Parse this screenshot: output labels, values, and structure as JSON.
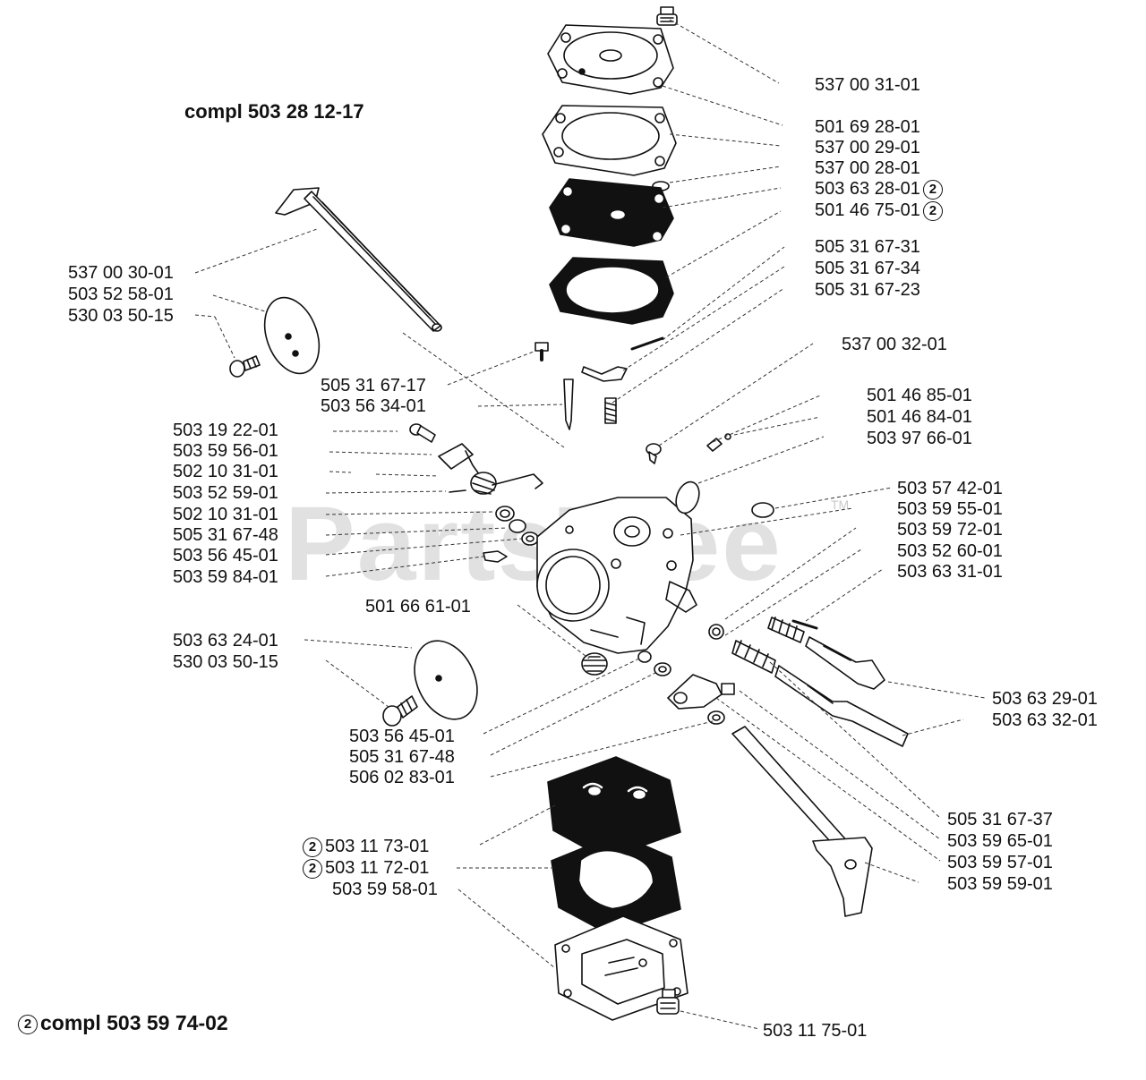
{
  "titles": {
    "top_kit": "compl 503 28 12-17",
    "bottom_kit": "compl 503 59 74-02",
    "bottom_kit_marker": "2"
  },
  "watermark": {
    "text": "PartsTree",
    "tm": "TM"
  },
  "labels": [
    {
      "text": "537 00 31-01"
    },
    {
      "text": "501 69 28-01"
    },
    {
      "text": "537 00 29-01"
    },
    {
      "text": "537 00 28-01"
    },
    {
      "text": "503 63 28-01",
      "marker": "2"
    },
    {
      "text": "501 46 75-01",
      "marker": "2"
    },
    {
      "text": "505 31 67-31"
    },
    {
      "text": "505 31 67-34"
    },
    {
      "text": "505 31 67-23"
    },
    {
      "text": "537 00 30-01"
    },
    {
      "text": "503 52 58-01"
    },
    {
      "text": "530 03 50-15"
    },
    {
      "text": "537 00 32-01"
    },
    {
      "text": "505 31 67-17"
    },
    {
      "text": "503 56 34-01"
    },
    {
      "text": "501 46 85-01"
    },
    {
      "text": "501 46 84-01"
    },
    {
      "text": "503 97 66-01"
    },
    {
      "text": "503 19 22-01"
    },
    {
      "text": "503 59 56-01"
    },
    {
      "text": "502 10 31-01"
    },
    {
      "text": "503 52 59-01"
    },
    {
      "text": "502 10 31-01"
    },
    {
      "text": "505 31 67-48"
    },
    {
      "text": "503 56 45-01"
    },
    {
      "text": "503 59 84-01"
    },
    {
      "text": "503 57 42-01"
    },
    {
      "text": "503 59 55-01"
    },
    {
      "text": "503 59 72-01"
    },
    {
      "text": "503 52 60-01"
    },
    {
      "text": "503 63 31-01"
    },
    {
      "text": "501 66 61-01"
    },
    {
      "text": "503 63 24-01"
    },
    {
      "text": "530 03 50-15"
    },
    {
      "text": "503 63 29-01"
    },
    {
      "text": "503 63 32-01"
    },
    {
      "text": "503 56 45-01"
    },
    {
      "text": "505 31 67-48"
    },
    {
      "text": "506 02 83-01"
    },
    {
      "text": "505 31 67-37"
    },
    {
      "text": "503 59 65-01"
    },
    {
      "text": "503 59 57-01"
    },
    {
      "text": "503 59 59-01"
    },
    {
      "text": "503 11 73-01",
      "marker": "2"
    },
    {
      "text": "503 11 72-01",
      "marker": "2"
    },
    {
      "text": "503 59 58-01"
    },
    {
      "text": "503 11 75-01"
    }
  ]
}
